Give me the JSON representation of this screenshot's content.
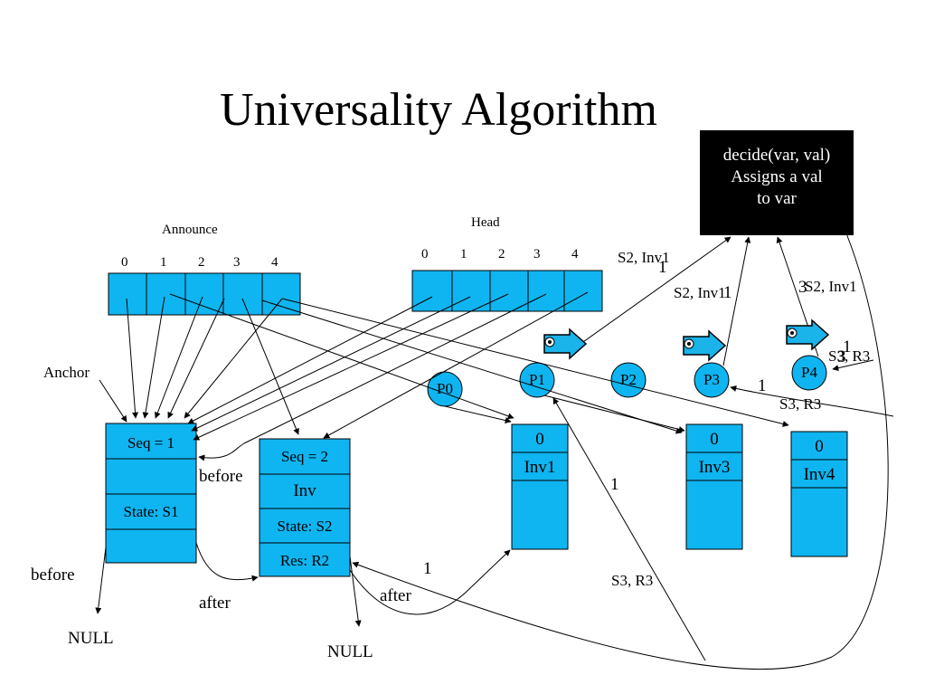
{
  "title": "Universality Algorithm",
  "decide_box": {
    "line1": "decide(var, val)",
    "line2": "Assigns a  val",
    "line3": "to var"
  },
  "announce": {
    "label": "Announce",
    "indices": [
      "0",
      "1",
      "2",
      "3",
      "4"
    ]
  },
  "head": {
    "label": "Head",
    "indices": [
      "0",
      "1",
      "2",
      "3",
      "4"
    ]
  },
  "anchor_label": "Anchor",
  "processes": [
    "P0",
    "P1",
    "P2",
    "P3",
    "P4"
  ],
  "node1": {
    "seq": "Seq = 1",
    "state": "State: S1"
  },
  "node2": {
    "seq": "Seq = 2",
    "inv": "Inv",
    "state": "State: S2",
    "res": "Res: R2"
  },
  "node_inv1": {
    "seq": "0",
    "inv": "Inv1"
  },
  "node_inv3": {
    "seq": "0",
    "inv": "Inv3"
  },
  "node_inv4": {
    "seq": "0",
    "inv": "Inv4"
  },
  "labels": {
    "before_top": "before",
    "before_left": "before",
    "after_left": "after",
    "after_right": "after",
    "null_left": "NULL",
    "null_right": "NULL",
    "one_a": "1",
    "one_b": "1",
    "one_c": "1",
    "one_d": "1",
    "one_e": "1",
    "one_f": "1",
    "three_a": "3",
    "three_b": "3",
    "s2inv1_a": "S2, Inv1",
    "s2inv1_b": "S2, Inv1",
    "s2inv1_c": "S2, Inv1",
    "s3r3_a": "S3, R3",
    "s3r3_b": "S3, R3",
    "s3r3_c": "S3, R3"
  },
  "colors": {
    "node_fill": "#0fb5f0",
    "stroke": "#000000",
    "decide_bg": "#000000",
    "decide_text": "#ffffff"
  },
  "icons": [
    "pointing-hand-icon",
    "pointing-hand-icon",
    "pointing-hand-icon",
    "pointing-hand-icon"
  ]
}
